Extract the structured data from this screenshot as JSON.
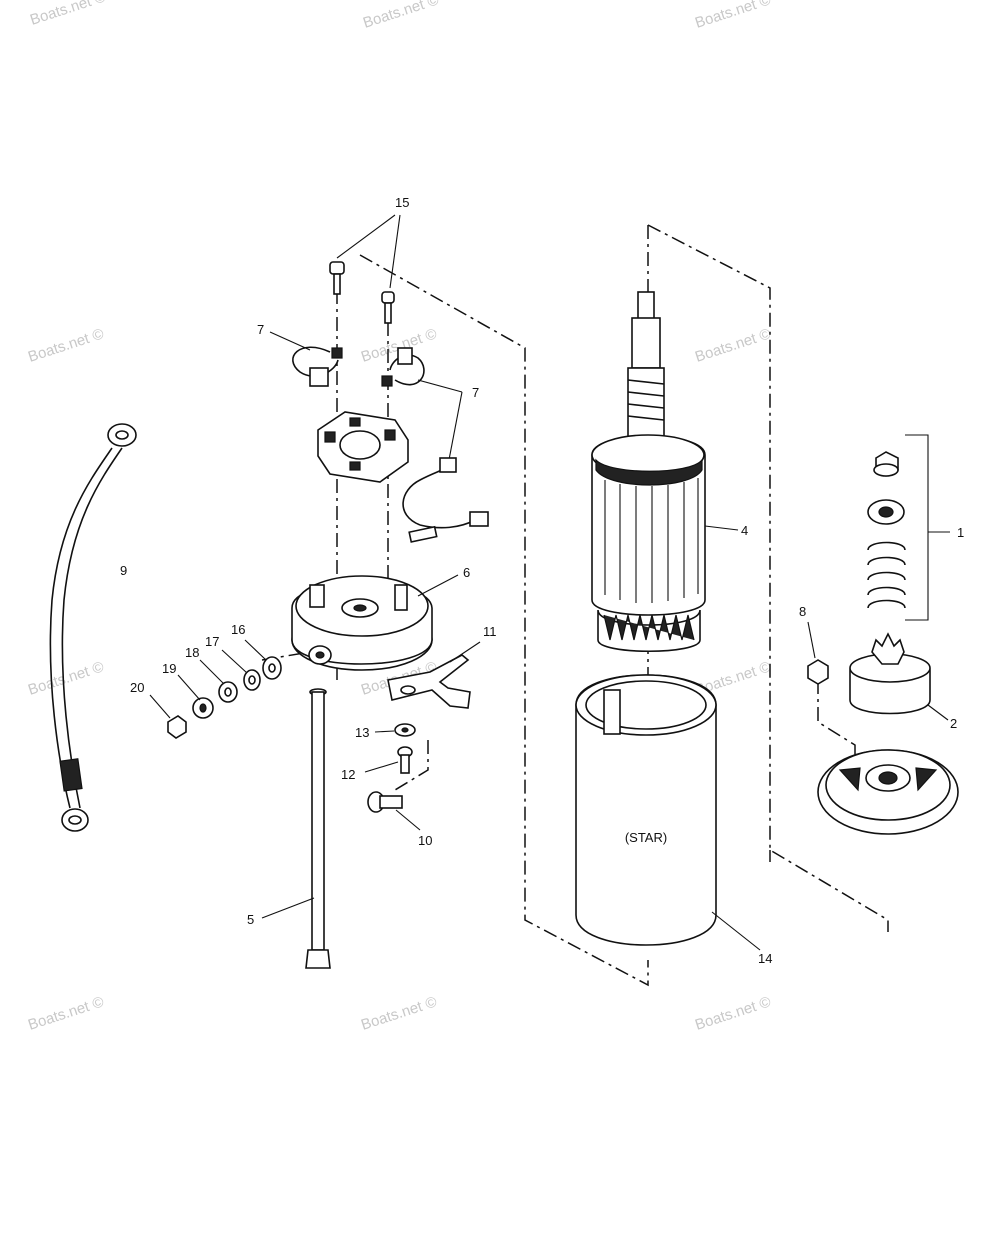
{
  "watermark": "Boats.net ©",
  "watermarks": [
    "Boats.net ©",
    "Boats.net ©",
    "Boats.net ©",
    "Boats.net ©",
    "Boats.net ©",
    "Boats.net ©",
    "Boats.net ©",
    "Boats.net ©",
    "Boats.net ©",
    "Boats.net ©",
    "Boats.net ©",
    "Boats.net ©"
  ],
  "frame_label": "(STAR)",
  "callouts": {
    "c1": "1",
    "c2": "2",
    "c4": "4",
    "c5": "5",
    "c6": "6",
    "c7a": "7",
    "c7b": "7",
    "c8": "8",
    "c9": "9",
    "c10": "10",
    "c11": "11",
    "c12": "12",
    "c13": "13",
    "c14": "14",
    "c15": "15",
    "c16": "16",
    "c17": "17",
    "c18": "18",
    "c19": "19",
    "c20": "20"
  }
}
